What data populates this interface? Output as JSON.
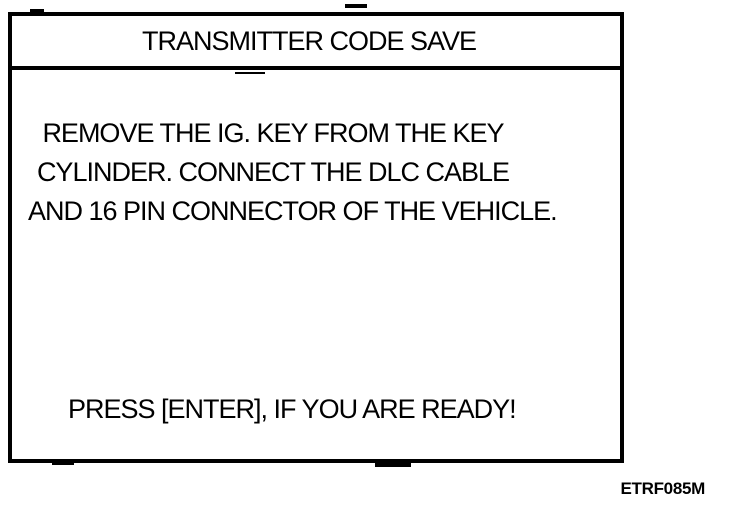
{
  "screen": {
    "title": "TRANSMITTER CODE SAVE",
    "instruction_lines": [
      "REMOVE THE IG. KEY FROM THE KEY",
      "CYLINDER. CONNECT THE DLC CABLE",
      "AND 16 PIN CONNECTOR OF THE VEHICLE."
    ],
    "prompt": "PRESS [ENTER], IF YOU ARE READY!",
    "colors": {
      "ink": "#000000",
      "background": "#ffffff"
    }
  },
  "figure": {
    "code": "ETRF085M"
  }
}
